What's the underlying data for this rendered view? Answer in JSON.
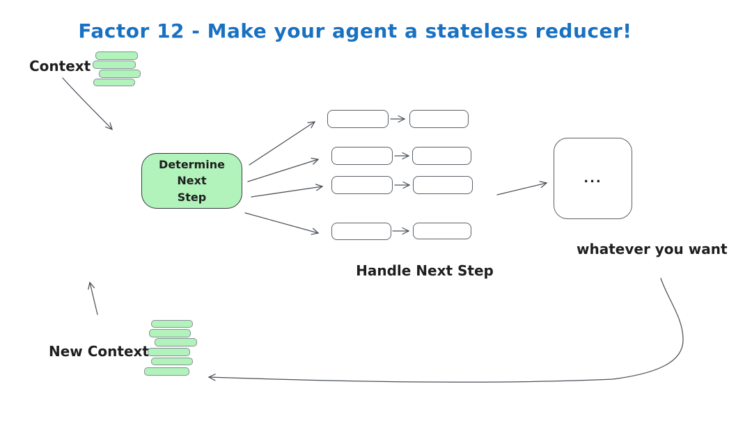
{
  "title": "Factor 12 - Make your agent a stateless reducer!",
  "labels": {
    "context": "Context",
    "determine_lines": [
      "Determine",
      "Next",
      "Step"
    ],
    "handle_next_step": "Handle Next Step",
    "ellipsis": "...",
    "whatever_you_want": "whatever you want",
    "new_context": "New Context"
  },
  "colors": {
    "title_blue": "#1971c2",
    "stack_green": "#b2f2bb",
    "stroke_dark": "#343a40",
    "arrow_gray": "#495057",
    "background": "#ffffff"
  }
}
